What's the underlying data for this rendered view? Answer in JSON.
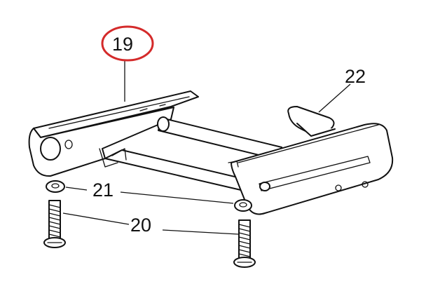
{
  "callouts": {
    "part_19": "19",
    "part_20": "20",
    "part_21": "21",
    "part_22": "22"
  },
  "colors": {
    "highlight": "#d42a2a",
    "ink": "#111111"
  }
}
